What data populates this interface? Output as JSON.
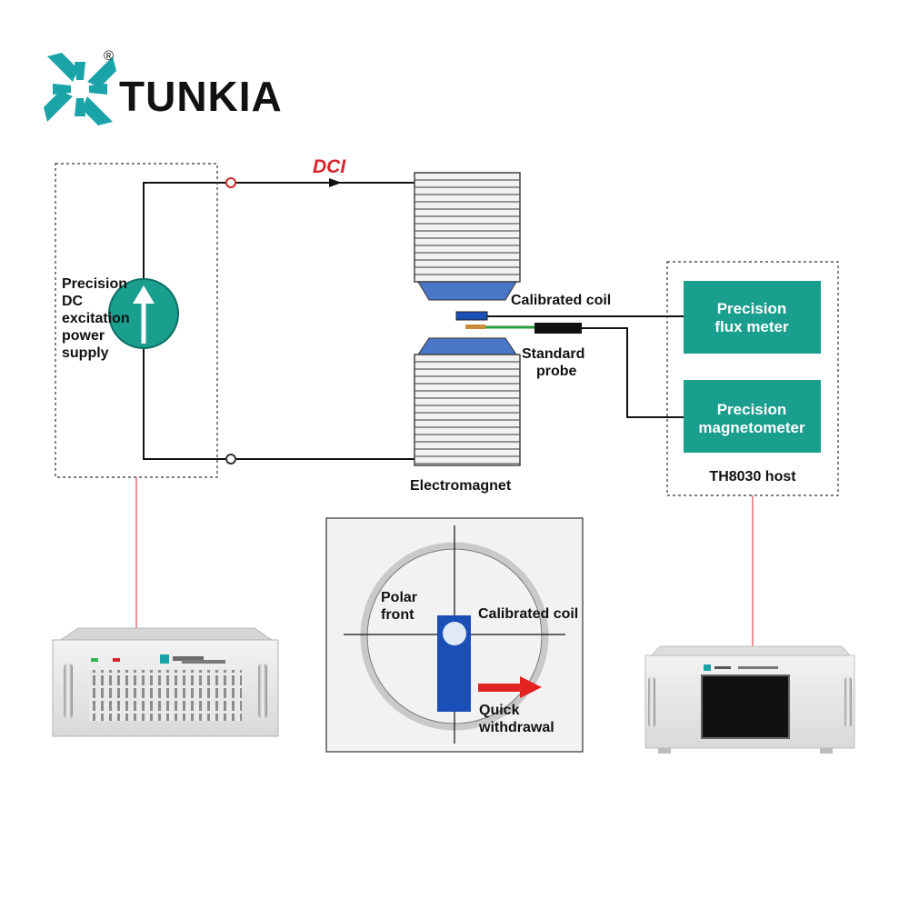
{
  "brand": {
    "name": "TUNKIA",
    "registered_mark": "®",
    "logo_color": "#1aa3a8",
    "text_color": "#111111"
  },
  "current_label": "DCI",
  "power_supply": {
    "label_lines": [
      "Precision",
      "DC",
      "excitation",
      "power",
      "supply"
    ],
    "icon": "current-source-up-arrow-icon"
  },
  "electromagnet": {
    "label": "Electromagnet"
  },
  "calibrated_coil": {
    "label": "Calibrated coil"
  },
  "standard_probe": {
    "label_lines": [
      "Standard",
      "probe"
    ]
  },
  "host": {
    "flux_meter_lines": [
      "Precision",
      "flux meter"
    ],
    "magnetometer_lines": [
      "Precision",
      "magnetometer"
    ],
    "caption": "TH8030 host"
  },
  "detail_view": {
    "polar_front_lines": [
      "Polar",
      "front"
    ],
    "coil_label": "Calibrated coil",
    "withdrawal_lines": [
      "Quick",
      "withdrawal"
    ]
  },
  "colors": {
    "box_teal": "#1a9e8e",
    "source_teal": "#1a9e8e",
    "current_red": "#d8232a",
    "pole_blue": "#4a76c8",
    "coil_blue": "#1a4fb8",
    "probe_green": "#2d9c3c",
    "arrow_red": "#e32222",
    "wire": "#111111"
  }
}
